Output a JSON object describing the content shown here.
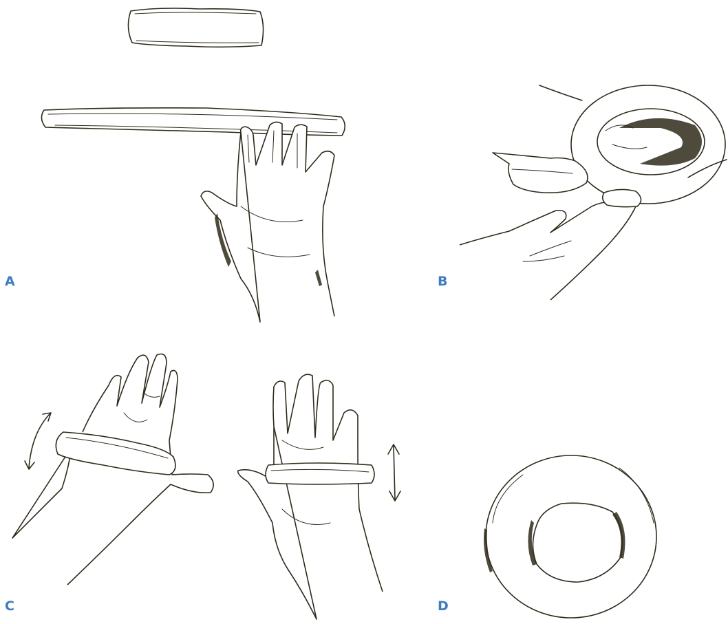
{
  "labels": {
    "a": "A",
    "b": "B",
    "c": "C",
    "d": "D"
  },
  "colors": {
    "ink": "#2f2a1a",
    "label": "#3f7bbf",
    "background": "#ffffff"
  }
}
